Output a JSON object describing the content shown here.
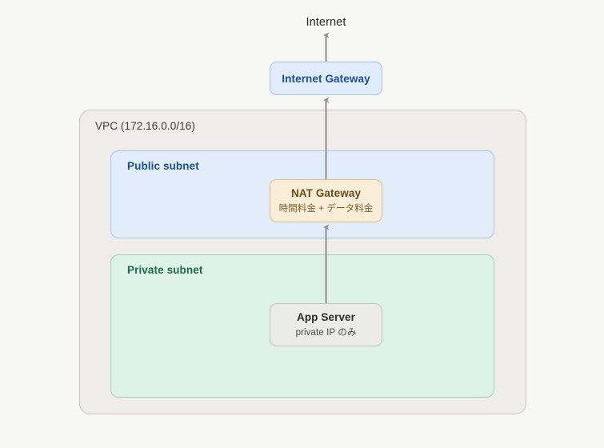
{
  "diagram": {
    "title": "Internet",
    "background_color": "#f7f7f4",
    "internet_label": "Internet",
    "vpc": {
      "label": "VPC (172.16.0.0/16)",
      "fill_color": "#eeedea",
      "border_color": "#c8c7c2"
    },
    "subnets": [
      {
        "label": "Public subnet",
        "fill_color": "#e2edfb",
        "border_color": "#a9c3e4",
        "text_color": "#1d4f93"
      },
      {
        "label": "Private subnet",
        "fill_color": "#ddf2e9",
        "border_color": "#a3cfbc",
        "text_color": "#1c6b4c"
      }
    ],
    "nodes": [
      {
        "id": "internet-gateway",
        "title": "Internet Gateway",
        "subtitle": "",
        "fill_color": "#e0ecfb",
        "border_color": "#a9c3e4"
      },
      {
        "id": "nat-gateway",
        "title": "NAT Gateway",
        "subtitle": "時間料金 + データ料金",
        "fill_color": "#fbeed8",
        "border_color": "#ddbc89"
      },
      {
        "id": "app-server",
        "title": "App Server",
        "subtitle": "private IP のみ",
        "fill_color": "#ebebe7",
        "border_color": "#c3c3bd"
      }
    ],
    "edges": [
      {
        "id": "app-to-nat",
        "from": "app-server",
        "to": "nat-gateway",
        "direction": "up",
        "color": "#8f8f8a"
      },
      {
        "id": "nat-to-igw",
        "from": "nat-gateway",
        "to": "internet-gateway",
        "direction": "up",
        "color": "#8f8f8a"
      },
      {
        "id": "igw-to-internet",
        "from": "internet-gateway",
        "to": "internet",
        "direction": "up",
        "color": "#8f8f8a"
      }
    ]
  }
}
